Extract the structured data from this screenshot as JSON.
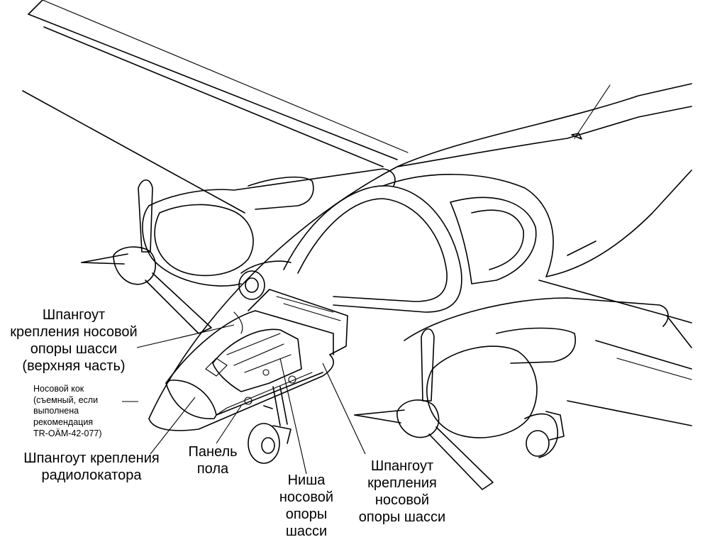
{
  "labels": {
    "upper_frame": "Шпангоут\nкрепления носовой\nопоры шасси\n(верхняя часть)",
    "nose_cone": "Носовой кок\n(съемный, если\nвыполнена\nрекомендация\nTR-OÄM-42-077)",
    "radar_frame": "Шпангоут крепления\nрадиолокатора",
    "floor_panel": "Панель\nпола",
    "gear_bay": "Ниша\nносовой\nопоры\nшасси",
    "gear_frame": "Шпангоут\nкрепления\nносовой\nопоры шасси"
  }
}
